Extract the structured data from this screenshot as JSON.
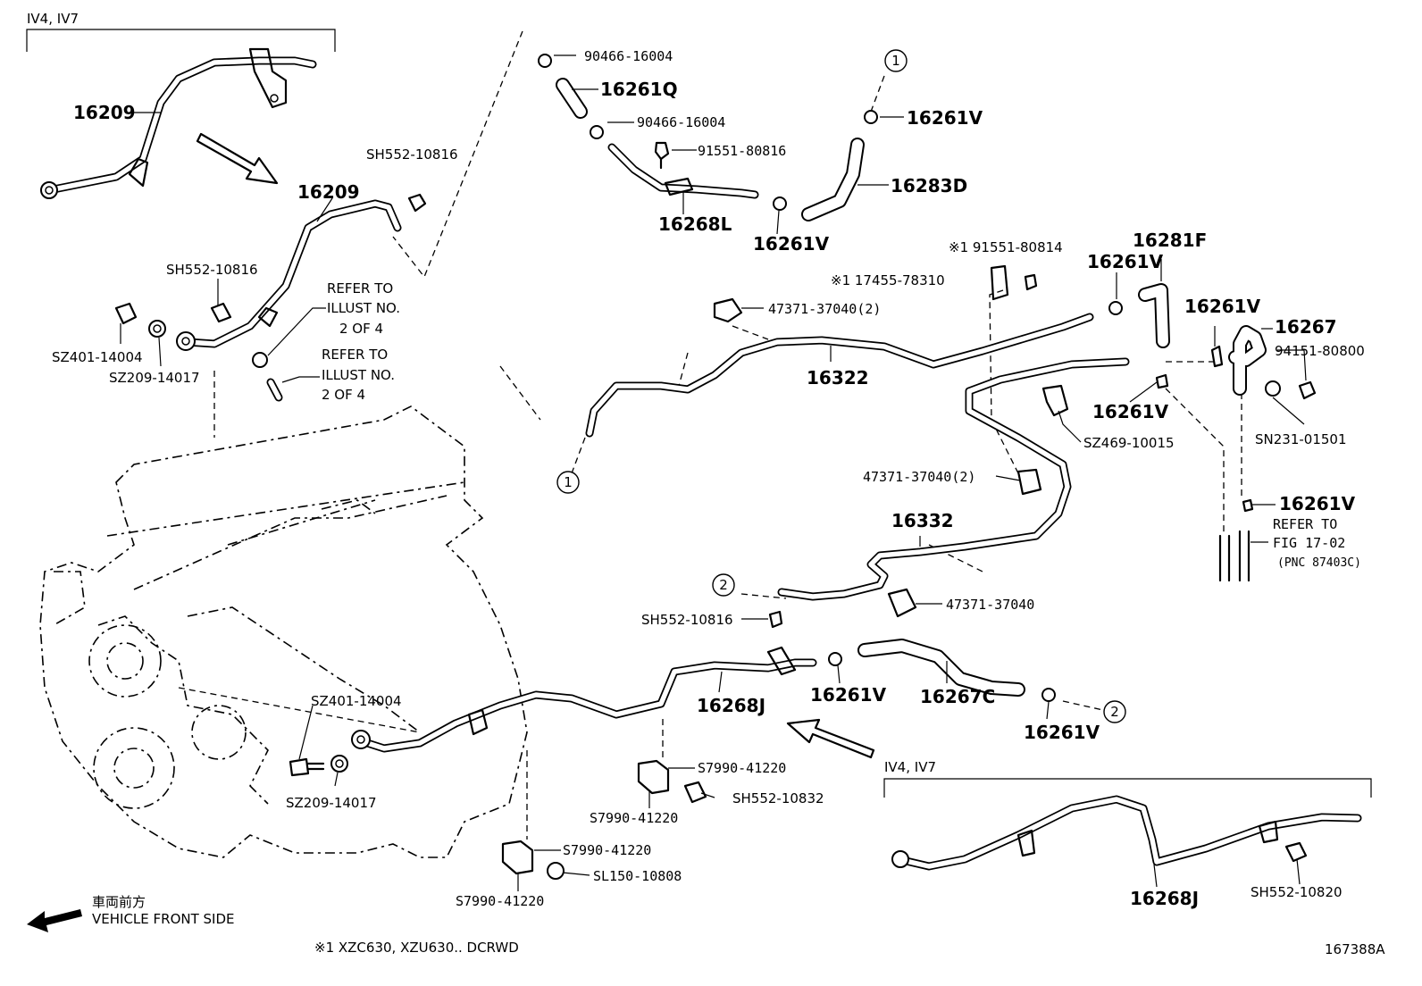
{
  "variant_labels": [
    "IV4, IV7",
    "IV4, IV7"
  ],
  "parts": {
    "p16209a": "16209",
    "p16209b": "16209",
    "p16261Q": "16261Q",
    "p16268L": "16268L",
    "p16283D": "16283D",
    "p16322": "16322",
    "p16281F": "16281F",
    "p16267": "16267",
    "p16332": "16332",
    "p16268J_a": "16268J",
    "p16267C": "16267C",
    "p16268J_b": "16268J",
    "p16261V_1": "16261V",
    "p16261V_2": "16261V",
    "p16261V_3": "16261V",
    "p16261V_4": "16261V",
    "p16261V_5": "16261V",
    "p16261V_6": "16261V",
    "p16261V_7": "16261V",
    "p16261V_8": "16261V"
  },
  "fasteners": {
    "f90466_a": "90466-16004",
    "f90466_b": "90466-16004",
    "f91551_80816": "91551-80816",
    "fSH552_a": "SH552-10816",
    "fSH552_b": "SH552-10816",
    "fSZ401_a": "SZ401-14004",
    "fSZ209_a": "SZ209-14017",
    "f91551_80814": "※1 91551-80814",
    "f17455": "※1 17455-78310",
    "f47371_a": "47371-37040(2)",
    "f94151": "94151-80800",
    "fSZ469": "SZ469-10015",
    "fSN231": "SN231-01501",
    "f47371_b": "47371-37040(2)",
    "f47371_c": "47371-37040",
    "fSH552_c": "SH552-10816",
    "fSZ401_b": "SZ401-14004",
    "fSZ209_b": "SZ209-14017",
    "fS7990_a": "S7990-41220",
    "fS7990_b": "S7990-41220",
    "fSH552_10832": "SH552-10832",
    "fS7990_c": "S7990-41220",
    "fSL150": "SL150-10808",
    "fS7990_d": "S7990-41220",
    "fSH552_10820": "SH552-10820"
  },
  "refer_notes": {
    "refer1": [
      "REFER TO",
      "ILLUST NO.",
      "2 OF 4"
    ],
    "refer2": [
      "REFER TO",
      "ILLUST NO.",
      "2 OF 4"
    ],
    "refer3": [
      "REFER TO",
      "FIG 17-02",
      "(PNC 87403C)"
    ]
  },
  "circle_refs": [
    "1",
    "1",
    "2",
    "2"
  ],
  "front_label": {
    "jp": "車両前方",
    "en": "VEHICLE FRONT SIDE"
  },
  "footnote": "※1  XZC630, XZU630.. DCRWD",
  "figure_id": "167388A"
}
